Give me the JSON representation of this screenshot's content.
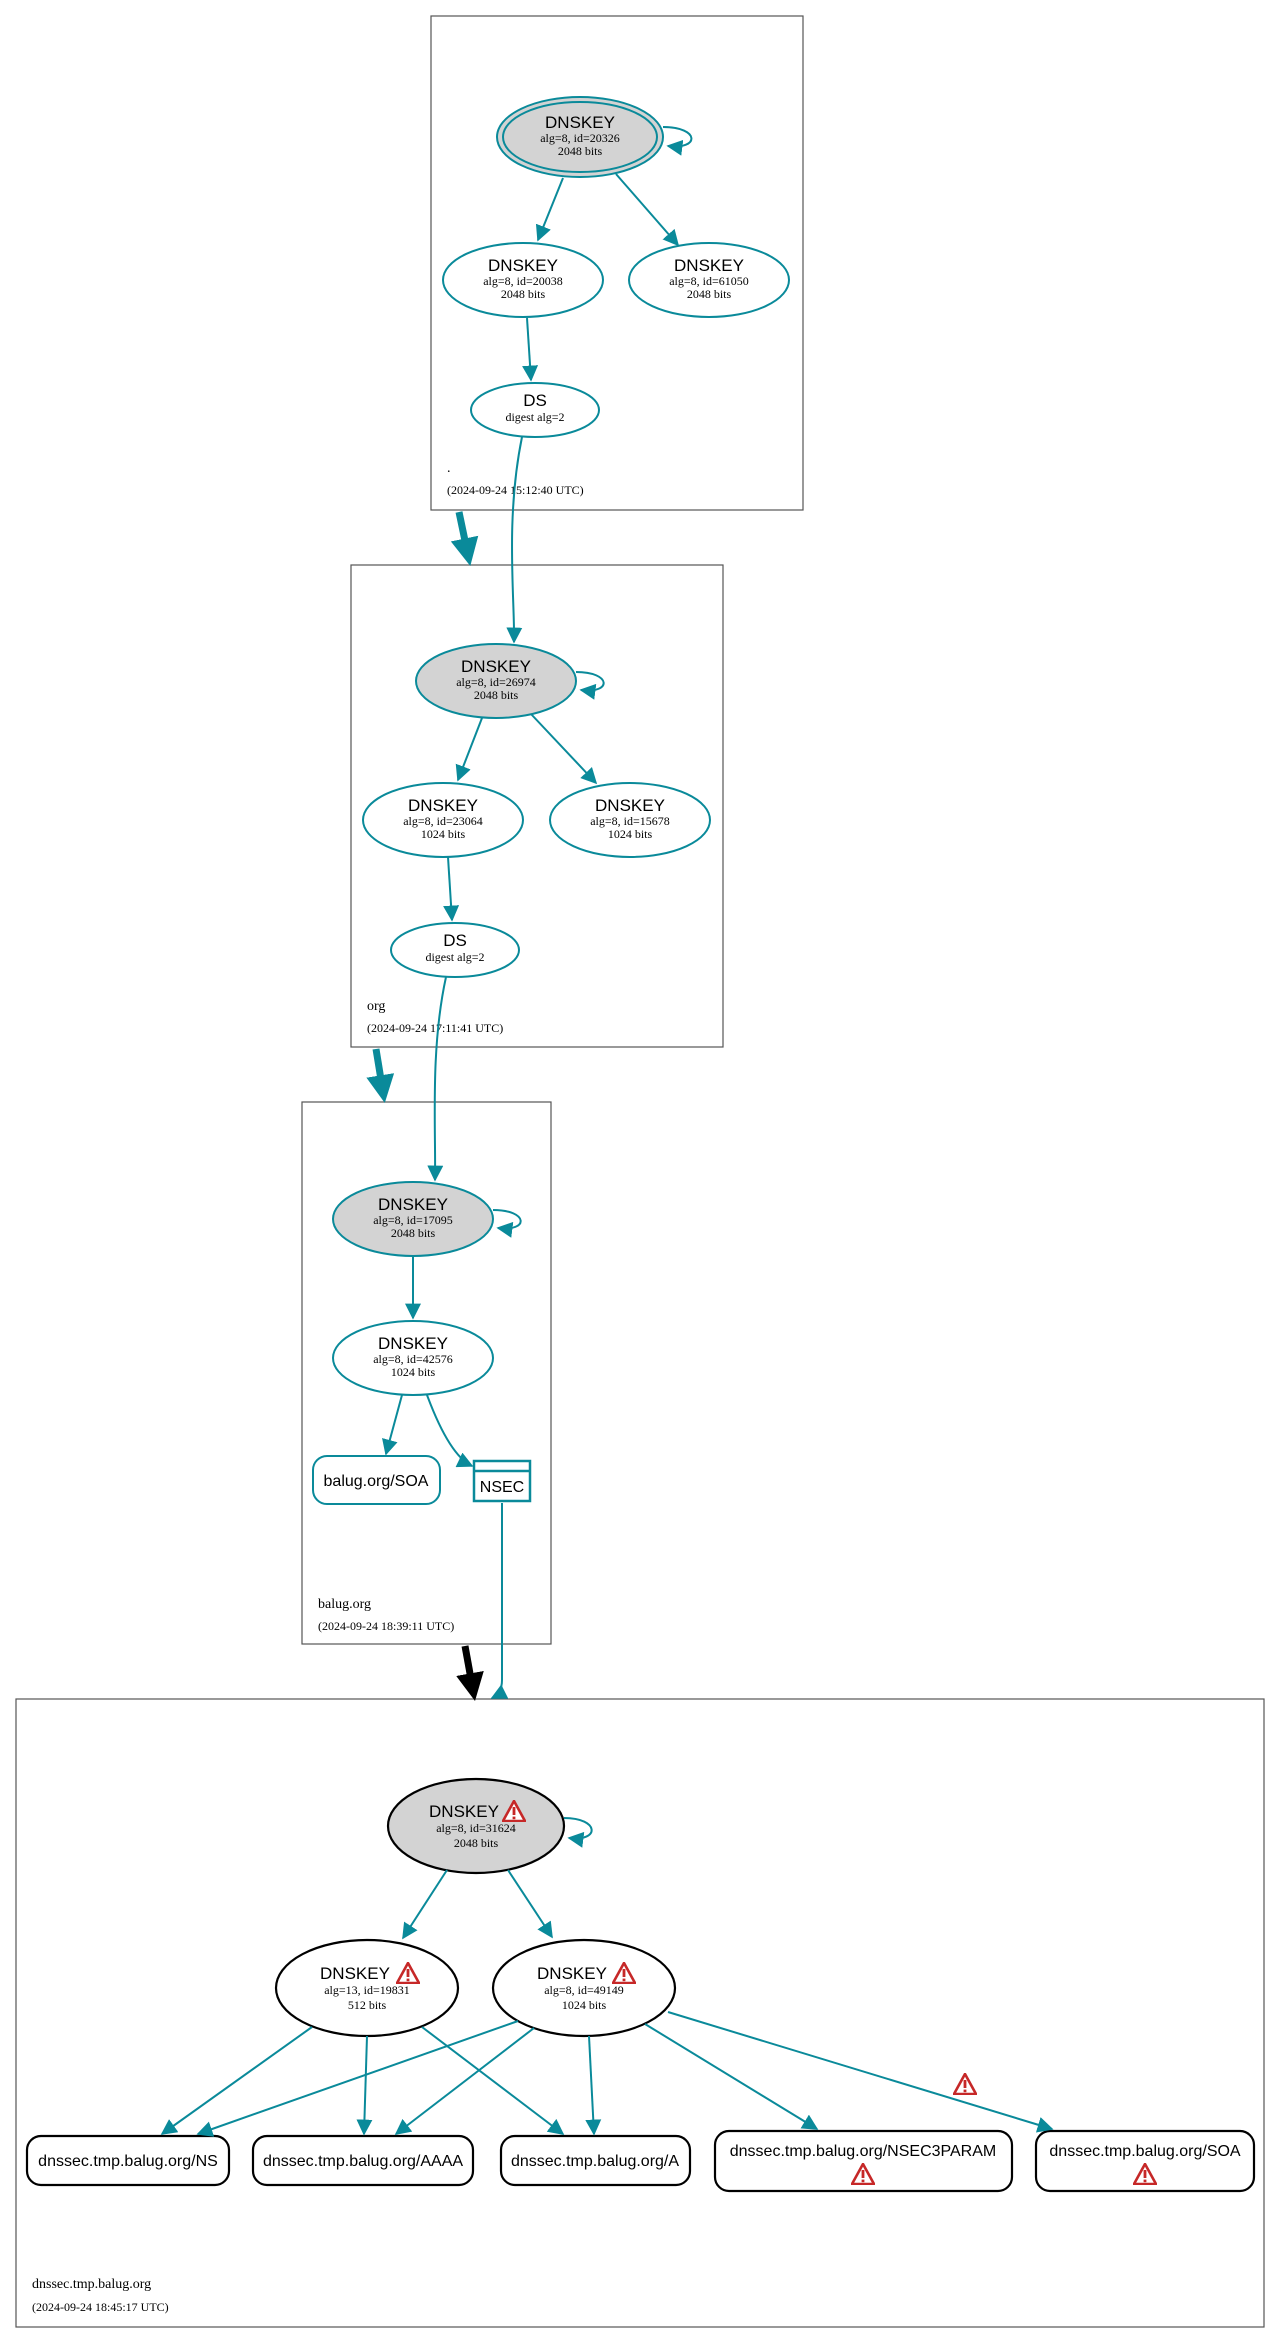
{
  "colors": {
    "edge": "#0a8a9a",
    "ksk_fill": "#d3d3d3",
    "warning": "#c62828",
    "delegation_secure": "#0a8a9a",
    "delegation_insecure": "#000000"
  },
  "zones": {
    "root": {
      "name": ".",
      "timestamp": "(2024-09-24 15:12:40 UTC)",
      "ksk": {
        "title": "DNSKEY",
        "line1": "alg=8, id=20326",
        "line2": "2048 bits"
      },
      "zsk1": {
        "title": "DNSKEY",
        "line1": "alg=8, id=20038",
        "line2": "2048 bits"
      },
      "zsk2": {
        "title": "DNSKEY",
        "line1": "alg=8, id=61050",
        "line2": "2048 bits"
      },
      "ds": {
        "title": "DS",
        "line1": "digest alg=2"
      }
    },
    "org": {
      "name": "org",
      "timestamp": "(2024-09-24 17:11:41 UTC)",
      "ksk": {
        "title": "DNSKEY",
        "line1": "alg=8, id=26974",
        "line2": "2048 bits"
      },
      "zsk1": {
        "title": "DNSKEY",
        "line1": "alg=8, id=23064",
        "line2": "1024 bits"
      },
      "zsk2": {
        "title": "DNSKEY",
        "line1": "alg=8, id=15678",
        "line2": "1024 bits"
      },
      "ds": {
        "title": "DS",
        "line1": "digest alg=2"
      }
    },
    "balug": {
      "name": "balug.org",
      "timestamp": "(2024-09-24 18:39:11 UTC)",
      "ksk": {
        "title": "DNSKEY",
        "line1": "alg=8, id=17095",
        "line2": "2048 bits"
      },
      "zsk": {
        "title": "DNSKEY",
        "line1": "alg=8, id=42576",
        "line2": "1024 bits"
      },
      "soa": "balug.org/SOA",
      "nsec": "NSEC"
    },
    "tmp": {
      "name": "dnssec.tmp.balug.org",
      "timestamp": "(2024-09-24 18:45:17 UTC)",
      "ksk": {
        "title": "DNSKEY",
        "line1": "alg=8, id=31624",
        "line2": "2048 bits"
      },
      "key13": {
        "title": "DNSKEY",
        "line1": "alg=13, id=19831",
        "line2": "512 bits"
      },
      "key8": {
        "title": "DNSKEY",
        "line1": "alg=8, id=49149",
        "line2": "1024 bits"
      },
      "rr_ns": "dnssec.tmp.balug.org/NS",
      "rr_aaaa": "dnssec.tmp.balug.org/AAAA",
      "rr_a": "dnssec.tmp.balug.org/A",
      "rr_nsec3param": "dnssec.tmp.balug.org/NSEC3PARAM",
      "rr_soa": "dnssec.tmp.balug.org/SOA"
    }
  }
}
